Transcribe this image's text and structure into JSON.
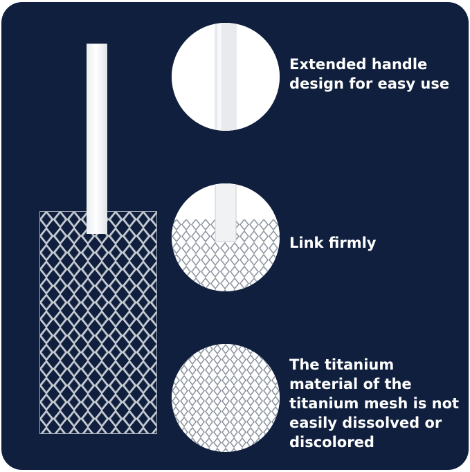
{
  "features": [
    {
      "text": "Extended handle design for easy use"
    },
    {
      "text": "Link firmly"
    },
    {
      "text": "The titanium material of the titanium mesh is not easily dissolved or discolored"
    }
  ],
  "colors": {
    "background": "#0f1f3d",
    "card_background": "#ffffff",
    "mesh": "#c7ccd3",
    "handle": "#ffffff",
    "text": "#ffffff"
  }
}
